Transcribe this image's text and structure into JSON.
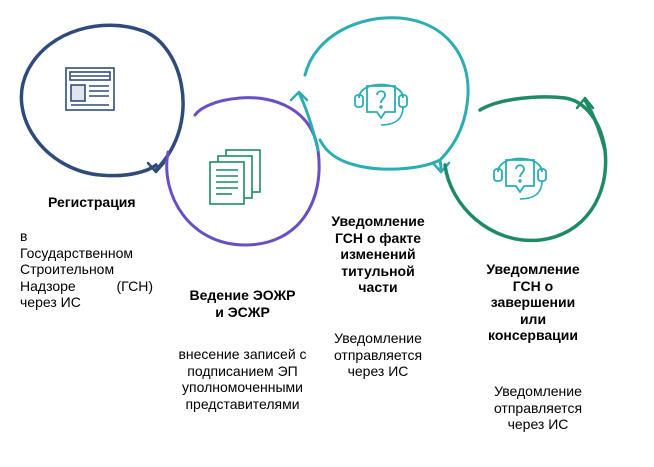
{
  "colors": {
    "step1": "#2f4b7c",
    "step2": "#6a4fc4",
    "step3": "#2aaeb3",
    "step4": "#1e8b64",
    "text": "#000000"
  },
  "steps": [
    {
      "title": "Регистрация",
      "description_lines": [
        "в",
        "Государственном",
        "Строительном",
        "Надзоре (ГСН)",
        "через ИС"
      ],
      "icon": "registration-form-icon"
    },
    {
      "title_lines": [
        "Ведение ЭОЖР",
        "и ЭСЖР"
      ],
      "description_lines": [
        "внесение записей с",
        "подписанием ЭП",
        "уполномоченными",
        "представителями"
      ],
      "icon": "documents-stack-icon"
    },
    {
      "title_lines": [
        "Уведомление",
        "ГСН о факте",
        "изменений",
        "титульной",
        "части"
      ],
      "description_lines": [
        "Уведомление",
        "отправляется",
        "через ИС"
      ],
      "icon": "support-headset-icon"
    },
    {
      "title_lines": [
        "Уведомление",
        "ГСН о",
        "завершении",
        "или",
        "консервации"
      ],
      "description_lines": [
        "Уведомление",
        "отправляется",
        "через ИС"
      ],
      "icon": "support-headset-icon"
    }
  ]
}
